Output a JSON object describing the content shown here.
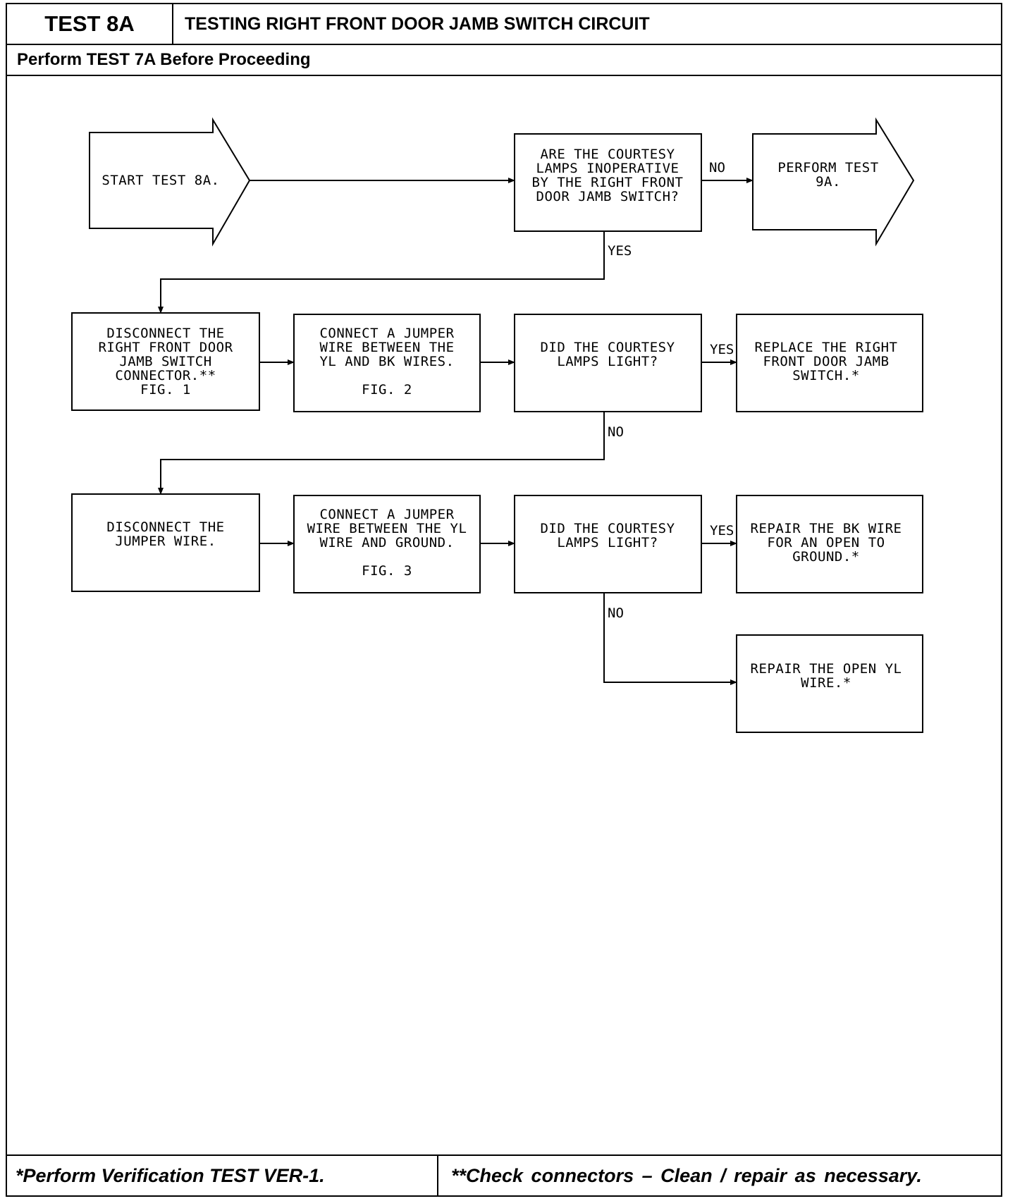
{
  "header": {
    "test_label": "TEST 8A",
    "title": "TESTING RIGHT FRONT DOOR JAMB SWITCH CIRCUIT",
    "prerequisite": "Perform TEST 7A Before Proceeding"
  },
  "footer": {
    "left_note": "*Perform Verification TEST VER-1.",
    "right_note": "**Check connectors – Clean / repair as necessary."
  },
  "nodes": {
    "start": {
      "lines": [
        "START TEST 8A."
      ]
    },
    "q1": {
      "lines": [
        "ARE THE COURTESY",
        "LAMPS INOPERATIVE",
        "BY THE RIGHT FRONT",
        "DOOR JAMB SWITCH?"
      ]
    },
    "perform9a": {
      "lines": [
        "PERFORM TEST",
        "9A."
      ]
    },
    "disconnect1": {
      "lines": [
        "DISCONNECT THE",
        "RIGHT FRONT DOOR",
        "JAMB SWITCH",
        "CONNECTOR.**",
        "FIG. 1"
      ]
    },
    "jumper1": {
      "lines": [
        "CONNECT A JUMPER",
        "WIRE BETWEEN THE",
        "YL AND BK WIRES.",
        "",
        "FIG. 2"
      ]
    },
    "q2": {
      "lines": [
        "DID THE COURTESY",
        "LAMPS LIGHT?"
      ]
    },
    "replace": {
      "lines": [
        "REPLACE THE RIGHT",
        "FRONT DOOR JAMB",
        "SWITCH.*"
      ]
    },
    "disconnect2": {
      "lines": [
        "DISCONNECT THE",
        "JUMPER WIRE."
      ]
    },
    "jumper2": {
      "lines": [
        "CONNECT A JUMPER",
        "WIRE BETWEEN THE YL",
        "WIRE AND GROUND.",
        "",
        "FIG. 3"
      ]
    },
    "q3": {
      "lines": [
        "DID THE COURTESY",
        "LAMPS LIGHT?"
      ]
    },
    "repair_bk": {
      "lines": [
        "REPAIR THE BK WIRE",
        "FOR AN OPEN TO",
        "GROUND.*"
      ]
    },
    "repair_yl": {
      "lines": [
        "REPAIR THE OPEN YL",
        "WIRE.*"
      ]
    }
  },
  "edge_labels": {
    "q1_no": "NO",
    "q1_yes": "YES",
    "q2_yes": "YES",
    "q2_no": "NO",
    "q3_yes": "YES",
    "q3_no": "NO"
  }
}
